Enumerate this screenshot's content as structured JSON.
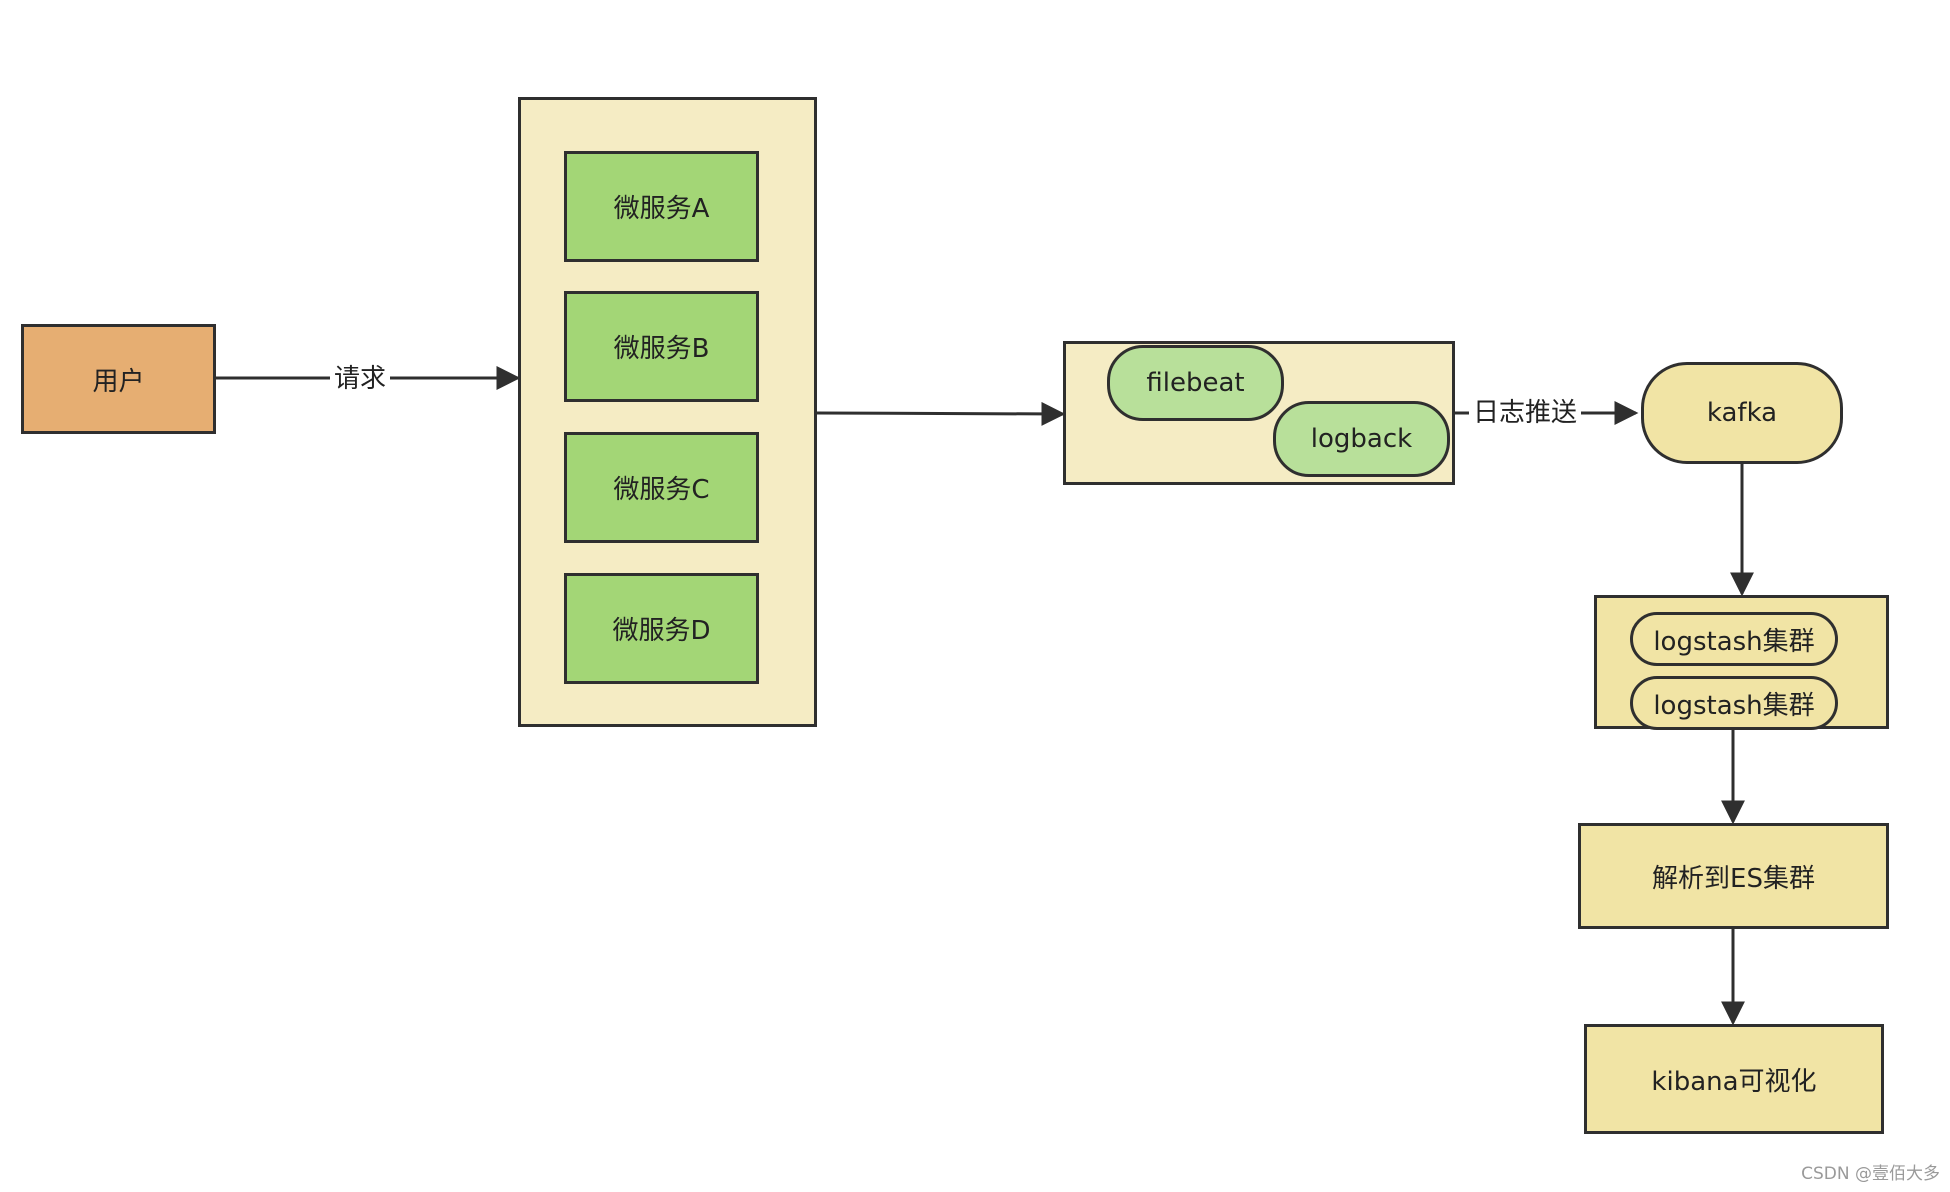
{
  "nodes": {
    "user": "用户",
    "service_a": "微服务A",
    "service_b": "微服务B",
    "service_c": "微服务C",
    "service_d": "微服务D",
    "filebeat": "filebeat",
    "logback": "logback",
    "kafka": "kafka",
    "logstash_1": "logstash集群",
    "logstash_2": "logstash集群",
    "es": "解析到ES集群",
    "kibana": "kibana可视化"
  },
  "edges": {
    "request": "请求",
    "log_push": "日志推送"
  },
  "watermark": "CSDN @壹佰大多",
  "colors": {
    "user_fill": "#e6ae72",
    "group_fill": "#f5ecc4",
    "service_fill": "#a3d676",
    "collector_fill": "#b8e09a",
    "pipeline_fill": "#f1e4a5",
    "stroke": "#2f2f2f"
  }
}
